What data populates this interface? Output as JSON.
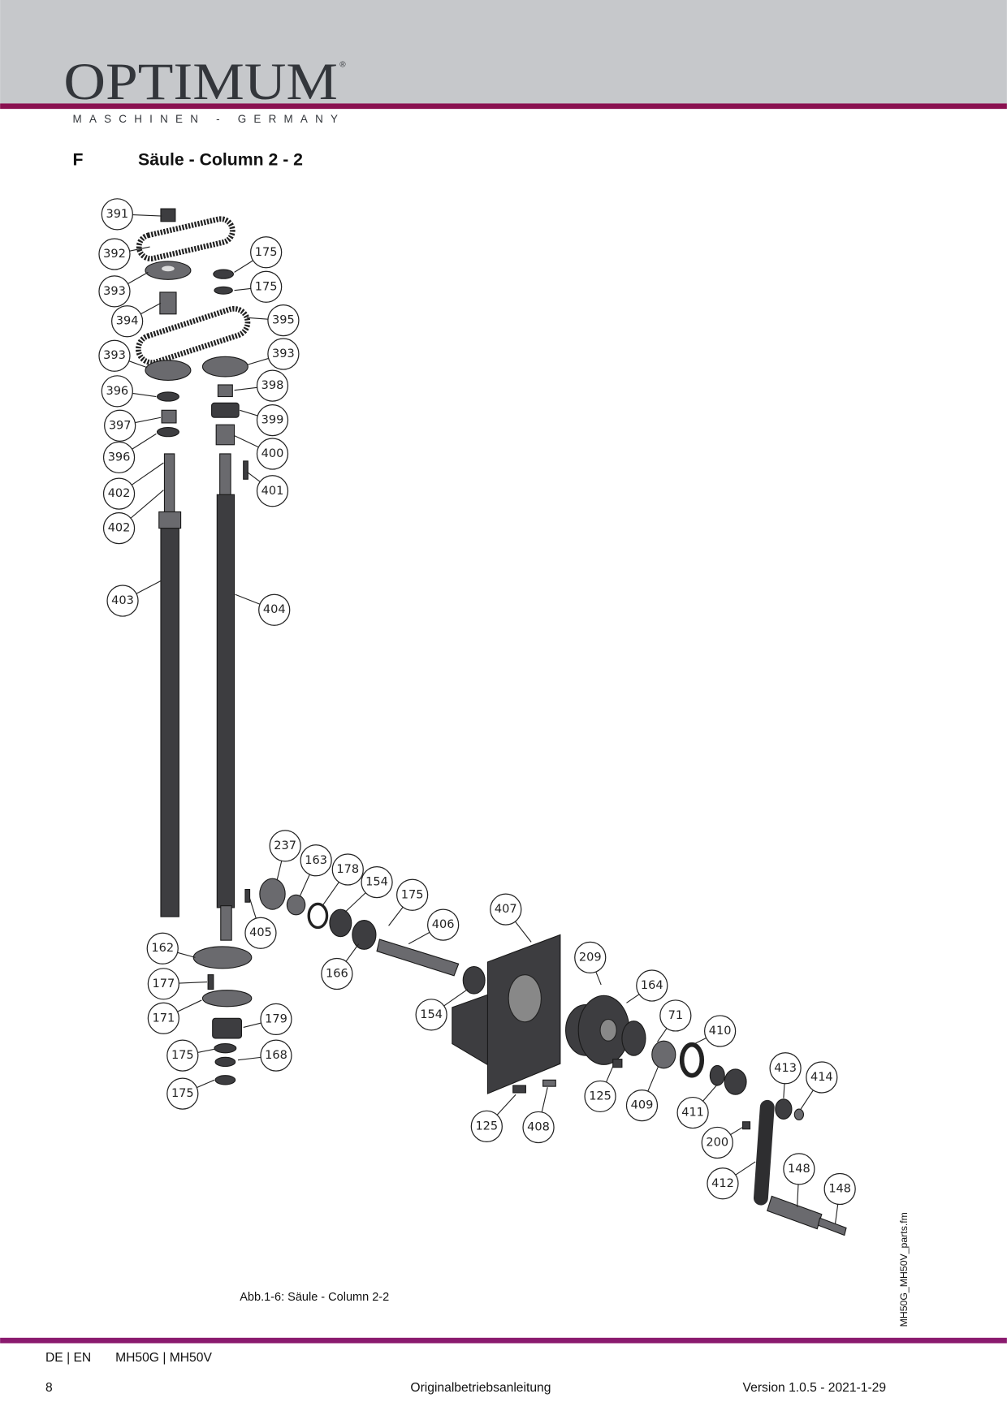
{
  "header": {
    "brand": "OPTIMUM",
    "registered_mark": "®",
    "tagline": "MASCHINEN - GERMANY",
    "accent_color": "#8a1050",
    "band_color": "#c6c8cb"
  },
  "section": {
    "letter": "F",
    "title": "Säule - Column 2 - 2"
  },
  "figure": {
    "caption": "Abb.1-6:   Säule - Column 2-2",
    "side_label": "MH50G_MH50V_parts.fm",
    "callouts": [
      "391",
      "392",
      "393",
      "394",
      "175",
      "175",
      "395",
      "393",
      "393",
      "396",
      "398",
      "397",
      "399",
      "396",
      "400",
      "402",
      "401",
      "402",
      "403",
      "404",
      "237",
      "163",
      "178",
      "154",
      "175",
      "406",
      "407",
      "405",
      "162",
      "166",
      "209",
      "164",
      "177",
      "154",
      "71",
      "410",
      "171",
      "179",
      "175",
      "168",
      "413",
      "414",
      "125",
      "409",
      "411",
      "175",
      "125",
      "408",
      "200",
      "148",
      "148",
      "412"
    ]
  },
  "footer": {
    "languages": "DE | EN",
    "models": "MH50G | MH50V",
    "page_number": "8",
    "document_type": "Originalbetriebsanleitung",
    "version": "Version 1.0.5 - 2021-1-29"
  }
}
